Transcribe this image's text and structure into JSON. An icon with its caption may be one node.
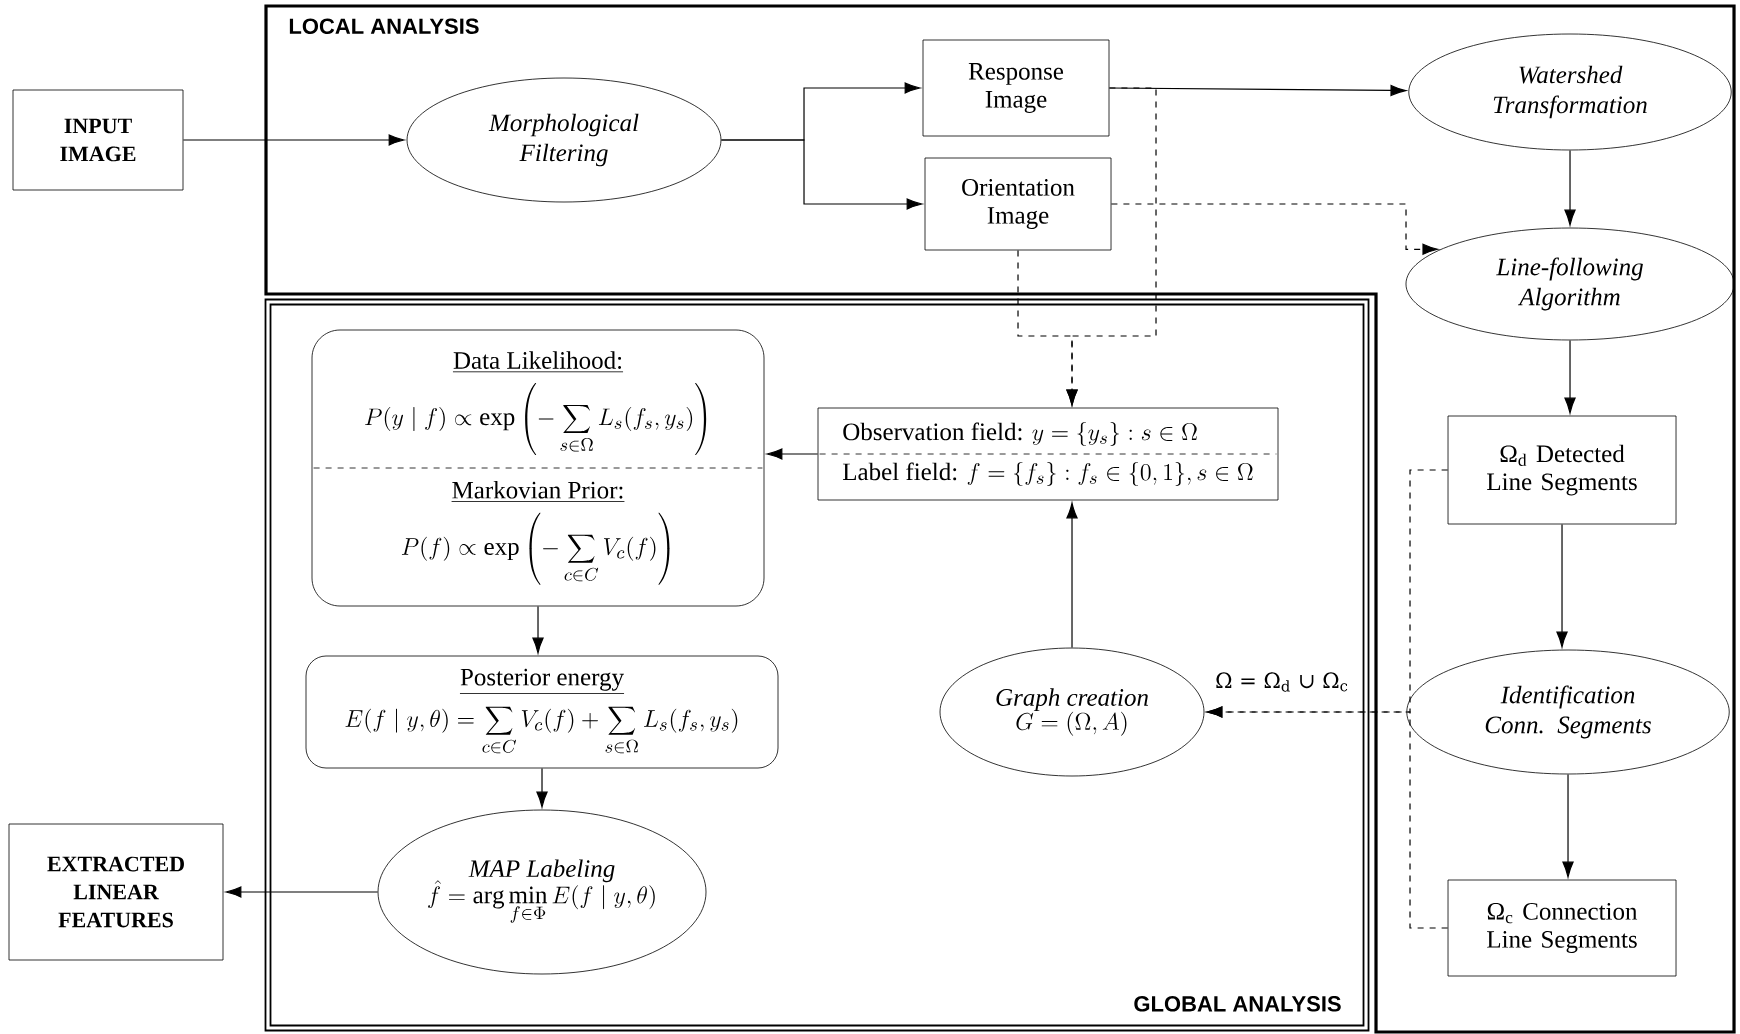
{
  "diagram": {
    "nodes": [
      {
        "text": [
          "LOCAL ANALYSIS"
        ]
      },
      {
        "text": [
          "INPUT IMAGE"
        ]
      },
      {
        "text": [
          "Morphological Filtering"
        ],
        "in": 0
      },
      {
        "text": [
          "Response Image"
        ],
        "in": 0
      },
      {
        "text": [
          "Orientation Image"
        ],
        "in": 0
      },
      {
        "text": [
          "Watershed Transformation"
        ],
        "in": 0
      },
      {
        "text": [
          "Line-following Algorithm"
        ],
        "in": 0
      },
      {
        "text": [
          "Ω$_{d}$ Detected Line Segments"
        ],
        "in": 0
      },
      {
        "text": [
          "Identification Conn. Segments"
        ],
        "in": 0
      },
      {
        "text": [
          "Ω$_{c}$ Connection Line Segments"
        ],
        "in": 0
      },
      {
        "text": [
          "GLOBAL ANALYSIS"
        ]
      },
      {
        "text": [
          "Data Likelihood:",
          "P(y\\mid f)\\propto\\exp\\left(-\\sum_{s\\in\\Omega}L_s(f_s,y_s)\\right)",
          "Markovian Prior:",
          "P(f)\\propto\\exp\\left(-\\sum_{c\\in C}V_c(f)\\right)"
        ],
        "in": 10
      },
      {
        "text": [
          "Observation field:",
          "y=\\{y_s\\}:s\\in\\Omega",
          "Label field:",
          "f=\\{f_s\\}:f_s\\in\\{0,1\\},s\\in\\Omega"
        ],
        "in": 10
      },
      {
        "text": [
          "Posterior energy",
          "E(f\\mid y,\\theta)=\\sum_{c\\in C}V_c(f)+\\sum_{s\\in\\Omega}L_s(f_s,y_s)"
        ],
        "in": 10
      },
      {
        "text": [
          "MAP Labeling",
          "\\hat{f}=\\arg\\min_{f\\in\\Phi}E(f\\mid y,\\theta)"
        ],
        "in": 10
      },
      {
        "text": [
          "Graph creation",
          "G=(\\Omega,A)"
        ],
        "in": 10
      },
      {
        "text": [
          "EXTRACTED LINEAR FEATURES"
        ]
      }
    ],
    "edges": [
      {
        "from": 1,
        "to": 2,
        "arrow": "to"
      },
      {
        "from": 2,
        "to": 3,
        "arrow": "to"
      },
      {
        "from": 2,
        "to": 4,
        "arrow": "to"
      },
      {
        "from": 3,
        "to": 5,
        "arrow": "to"
      },
      {
        "from": 5,
        "to": 6,
        "arrow": "to"
      },
      {
        "from": 4,
        "to": 6,
        "arrow": "to",
        "style": "dashed"
      },
      {
        "from": 6,
        "to": 7,
        "arrow": "to"
      },
      {
        "from": 7,
        "to": 8,
        "arrow": "to"
      },
      {
        "from": 8,
        "to": 9,
        "arrow": "to"
      },
      {
        "from": 3,
        "to": 12,
        "arrow": "to",
        "style": "dashed"
      },
      {
        "from": 4,
        "to": 12,
        "arrow": "to",
        "style": "dashed"
      },
      {
        "from": 12,
        "to": 11,
        "arrow": "to"
      },
      {
        "from": 11,
        "to": 13,
        "arrow": "to"
      },
      {
        "from": 13,
        "to": 14,
        "arrow": "to"
      },
      {
        "from": 14,
        "to": 16,
        "arrow": "to"
      },
      {
        "from": 15,
        "to": 12,
        "arrow": "to"
      },
      {
        "from": 7,
        "to": 15,
        "arrow": "to",
        "style": "dashed",
        "label": "Ω = Ω$_{d}$ ∪ Ω$_{c}$"
      },
      {
        "from": 9,
        "to": 15,
        "arrow": "to",
        "style": "dashed"
      }
    ]
  }
}
